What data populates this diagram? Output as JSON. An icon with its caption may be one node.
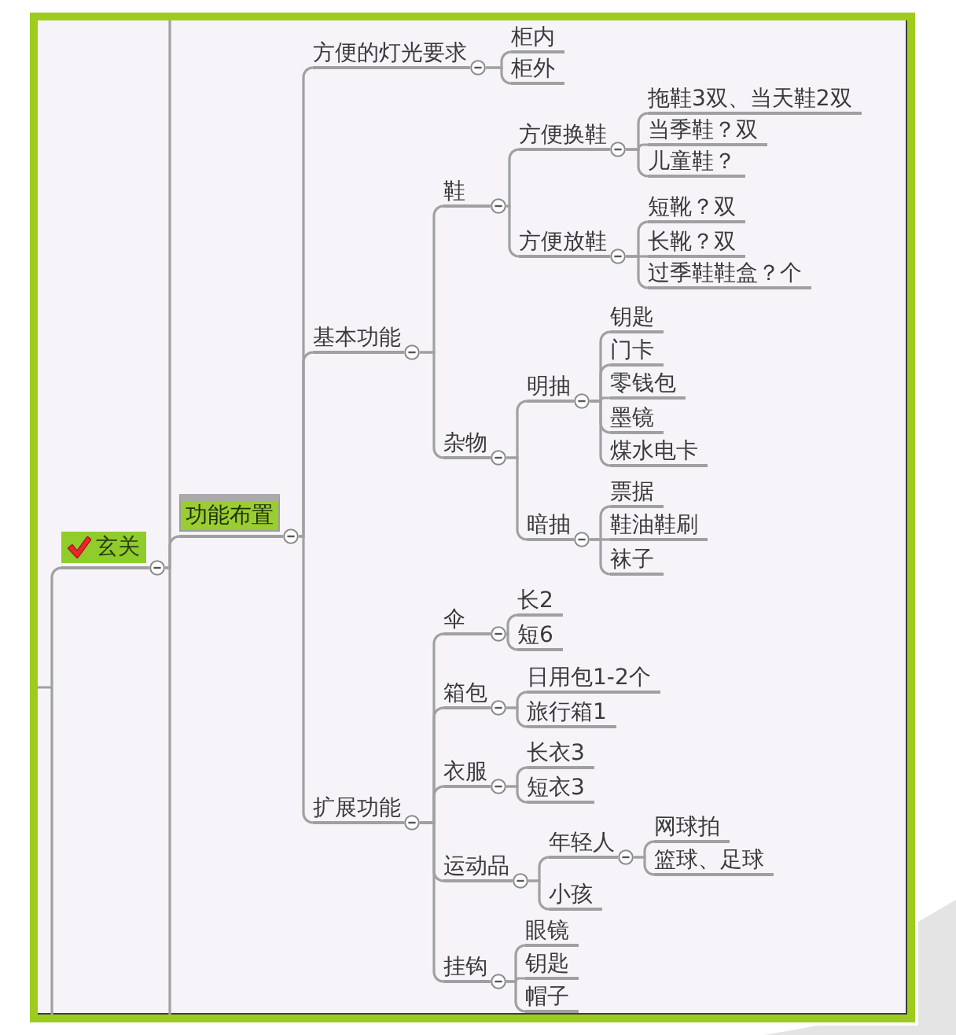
{
  "diagram": {
    "nodes": [
      {
        "text": [
          "玄关"
        ]
      },
      {
        "text": [
          "功能布置"
        ]
      },
      {
        "text": [
          "方便的灯光要求"
        ]
      },
      {
        "text": [
          "柜内"
        ]
      },
      {
        "text": [
          "柜外"
        ]
      },
      {
        "text": [
          "基本功能"
        ]
      },
      {
        "text": [
          "鞋"
        ]
      },
      {
        "text": [
          "方便换鞋"
        ]
      },
      {
        "text": [
          "拖鞋3双、当天鞋2双"
        ]
      },
      {
        "text": [
          "当季鞋？双"
        ]
      },
      {
        "text": [
          "儿童鞋？"
        ]
      },
      {
        "text": [
          "方便放鞋"
        ]
      },
      {
        "text": [
          "短靴？双"
        ]
      },
      {
        "text": [
          "长靴？双"
        ]
      },
      {
        "text": [
          "过季鞋鞋盒？个"
        ]
      },
      {
        "text": [
          "杂物"
        ]
      },
      {
        "text": [
          "明抽"
        ]
      },
      {
        "text": [
          "钥匙"
        ]
      },
      {
        "text": [
          "门卡"
        ]
      },
      {
        "text": [
          "零钱包"
        ]
      },
      {
        "text": [
          "墨镜"
        ]
      },
      {
        "text": [
          "煤水电卡"
        ]
      },
      {
        "text": [
          "暗抽"
        ]
      },
      {
        "text": [
          "票据"
        ]
      },
      {
        "text": [
          "鞋油鞋刷"
        ]
      },
      {
        "text": [
          "袜子"
        ]
      },
      {
        "text": [
          "扩展功能"
        ]
      },
      {
        "text": [
          "伞"
        ]
      },
      {
        "text": [
          "长2"
        ]
      },
      {
        "text": [
          "短6"
        ]
      },
      {
        "text": [
          "箱包"
        ]
      },
      {
        "text": [
          "日用包1-2个"
        ]
      },
      {
        "text": [
          "旅行箱1"
        ]
      },
      {
        "text": [
          "衣服"
        ]
      },
      {
        "text": [
          "长衣3"
        ]
      },
      {
        "text": [
          "短衣3"
        ]
      },
      {
        "text": [
          "运动品"
        ]
      },
      {
        "text": [
          "年轻人"
        ]
      },
      {
        "text": [
          "网球拍"
        ]
      },
      {
        "text": [
          "篮球、足球"
        ]
      },
      {
        "text": [
          "小孩"
        ]
      },
      {
        "text": [
          "挂钩"
        ]
      },
      {
        "text": [
          "眼镜"
        ]
      },
      {
        "text": [
          "钥匙"
        ]
      },
      {
        "text": [
          "帽子"
        ]
      }
    ],
    "edges": [
      {
        "from": null,
        "to": 0,
        "arrow": "none"
      },
      {
        "from": 0,
        "to": null,
        "arrow": "none"
      },
      {
        "from": 0,
        "to": null,
        "arrow": "none"
      },
      {
        "from": 0,
        "to": 1,
        "arrow": "none"
      },
      {
        "from": 1,
        "to": 2,
        "arrow": "none"
      },
      {
        "from": 2,
        "to": 3,
        "arrow": "none"
      },
      {
        "from": 2,
        "to": 4,
        "arrow": "none"
      },
      {
        "from": 1,
        "to": 5,
        "arrow": "none"
      },
      {
        "from": 5,
        "to": 6,
        "arrow": "none"
      },
      {
        "from": 6,
        "to": 7,
        "arrow": "none"
      },
      {
        "from": 7,
        "to": 8,
        "arrow": "none"
      },
      {
        "from": 7,
        "to": 9,
        "arrow": "none"
      },
      {
        "from": 7,
        "to": 10,
        "arrow": "none"
      },
      {
        "from": 6,
        "to": 11,
        "arrow": "none"
      },
      {
        "from": 11,
        "to": 12,
        "arrow": "none"
      },
      {
        "from": 11,
        "to": 13,
        "arrow": "none"
      },
      {
        "from": 11,
        "to": 14,
        "arrow": "none"
      },
      {
        "from": 5,
        "to": 15,
        "arrow": "none"
      },
      {
        "from": 15,
        "to": 16,
        "arrow": "none"
      },
      {
        "from": 16,
        "to": 17,
        "arrow": "none"
      },
      {
        "from": 16,
        "to": 18,
        "arrow": "none"
      },
      {
        "from": 16,
        "to": 19,
        "arrow": "none"
      },
      {
        "from": 16,
        "to": 20,
        "arrow": "none"
      },
      {
        "from": 16,
        "to": 21,
        "arrow": "none"
      },
      {
        "from": 15,
        "to": 22,
        "arrow": "none"
      },
      {
        "from": 22,
        "to": 23,
        "arrow": "none"
      },
      {
        "from": 22,
        "to": 24,
        "arrow": "none"
      },
      {
        "from": 22,
        "to": 25,
        "arrow": "none"
      },
      {
        "from": 1,
        "to": 26,
        "arrow": "none"
      },
      {
        "from": 26,
        "to": 27,
        "arrow": "none"
      },
      {
        "from": 27,
        "to": 28,
        "arrow": "none"
      },
      {
        "from": 27,
        "to": 29,
        "arrow": "none"
      },
      {
        "from": 26,
        "to": 30,
        "arrow": "none"
      },
      {
        "from": 30,
        "to": 31,
        "arrow": "none"
      },
      {
        "from": 30,
        "to": 32,
        "arrow": "none"
      },
      {
        "from": 26,
        "to": 33,
        "arrow": "none"
      },
      {
        "from": 33,
        "to": 34,
        "arrow": "none"
      },
      {
        "from": 33,
        "to": 35,
        "arrow": "none"
      },
      {
        "from": 26,
        "to": 36,
        "arrow": "none"
      },
      {
        "from": 36,
        "to": 37,
        "arrow": "none"
      },
      {
        "from": 37,
        "to": 38,
        "arrow": "none"
      },
      {
        "from": 37,
        "to": 39,
        "arrow": "none"
      },
      {
        "from": 36,
        "to": 40,
        "arrow": "none"
      },
      {
        "from": 26,
        "to": 41,
        "arrow": "none"
      },
      {
        "from": 41,
        "to": 42,
        "arrow": "none"
      },
      {
        "from": 41,
        "to": 43,
        "arrow": "none"
      },
      {
        "from": 41,
        "to": 44,
        "arrow": "none"
      }
    ]
  }
}
